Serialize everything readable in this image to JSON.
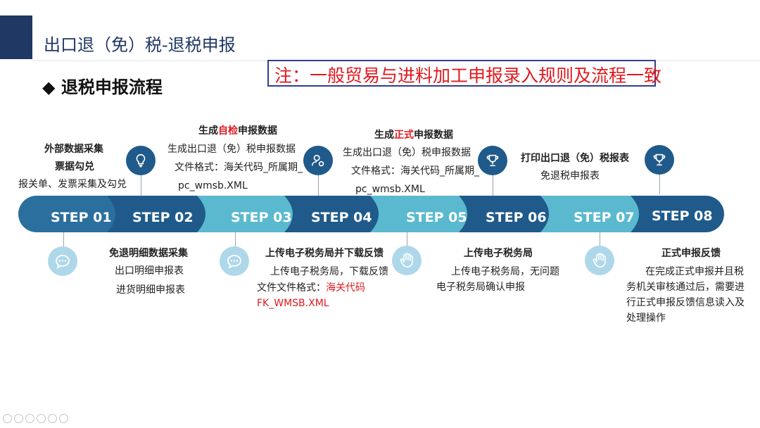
{
  "header": {
    "title": "出口退（免）税-退税申报"
  },
  "section": {
    "bullet": "◆",
    "title": "退税申报流程"
  },
  "note": "注：一般贸易与进料加工申报录入规则及流程一致",
  "colors": {
    "navy": "#1f3864",
    "dark_step": "#1e5a8a",
    "light_step": "#5ab9cf",
    "red": "#e0191e"
  },
  "steps": [
    {
      "label": "STEP 01"
    },
    {
      "label": "STEP 02"
    },
    {
      "label": "STEP 03"
    },
    {
      "label": "STEP 04"
    },
    {
      "label": "STEP 05"
    },
    {
      "label": "STEP 06"
    },
    {
      "label": "STEP 07"
    },
    {
      "label": "STEP 08"
    }
  ],
  "icons": {
    "top": [
      "lightbulb-icon",
      "user-settings-icon",
      "trophy-icon",
      "trophy-icon"
    ],
    "bottom": [
      "chat-icon",
      "chat-icon",
      "hand-icon",
      "hand-icon"
    ]
  },
  "s01": {
    "title1": "外部数据采集",
    "title2": "票据勾兑",
    "desc": "报关单、发票采集及勾兑"
  },
  "s02": {
    "title": "免退明细数据采集",
    "line1": "出口明细申报表",
    "line2": "进货明细申报表"
  },
  "s03": {
    "title_pre": "生成",
    "title_hl": "自检",
    "title_post": "申报数据",
    "line1": "生成出口退（免）税申报数据",
    "line2": "文件格式：海关代码_所属期_",
    "line3": "pc_wmsb.XML"
  },
  "s04": {
    "title": "上传电子税务局并下载反馈",
    "line1": "上传电子税务局，下载反馈",
    "line2_pre": "文件文件格式：",
    "line2_red": "海关代码",
    "line3": "FK_WMSB.XML"
  },
  "s05": {
    "title_pre": "生成",
    "title_hl": "正式",
    "title_post": "申报数据",
    "line1": "生成出口退（免）税申报数据",
    "line2": "文件格式：海关代码_所属期_",
    "line3": "pc_wmsb.XML"
  },
  "s06": {
    "title": "上传电子税务局",
    "line1": "上传电子税务局，无问题",
    "line2": "电子税务局确认申报"
  },
  "s07": {
    "title": "打印出口退（免）税报表",
    "line1": "免退税申报表"
  },
  "s08": {
    "title": "正式申报反馈",
    "line1": "在完成正式申报并且税",
    "line2": "务机关审核通过后，需要进",
    "line3": "行正式申报反馈信息读入及",
    "line4": "处理操作"
  }
}
